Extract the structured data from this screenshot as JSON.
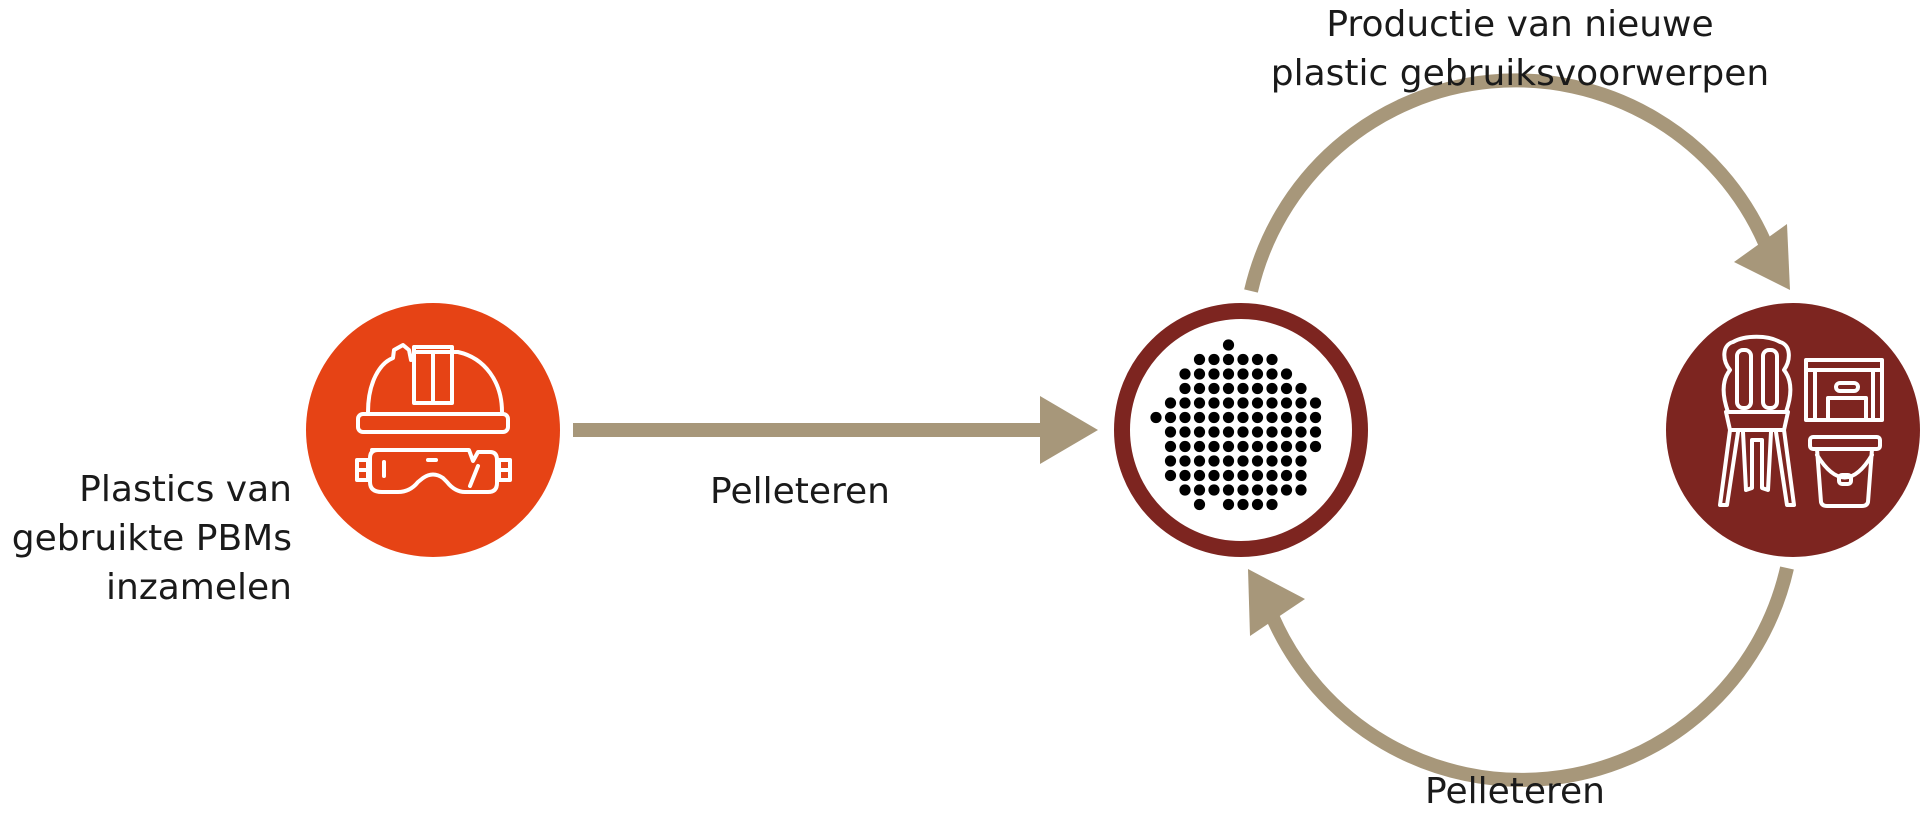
{
  "labels": {
    "collect": [
      "Plastics van",
      "gebruikte PBMs",
      "inzamelen"
    ],
    "pellet_1": "Pelleteren",
    "production": [
      "Productie van nieuwe",
      "plastic gebruiksvoorwerpen"
    ],
    "pellet_2": "Pelleteren"
  },
  "icons": {
    "ppe": "hard-hat-and-safety-goggles-icon",
    "pellets": "plastic-pellets-icon",
    "products": "chair-bucket-crate-icon"
  },
  "colors": {
    "orange": "#e64315",
    "dark_red": "#7d2520",
    "arrow": "#a7977a",
    "pellet": "#000000",
    "text": "#1a1a1a"
  }
}
